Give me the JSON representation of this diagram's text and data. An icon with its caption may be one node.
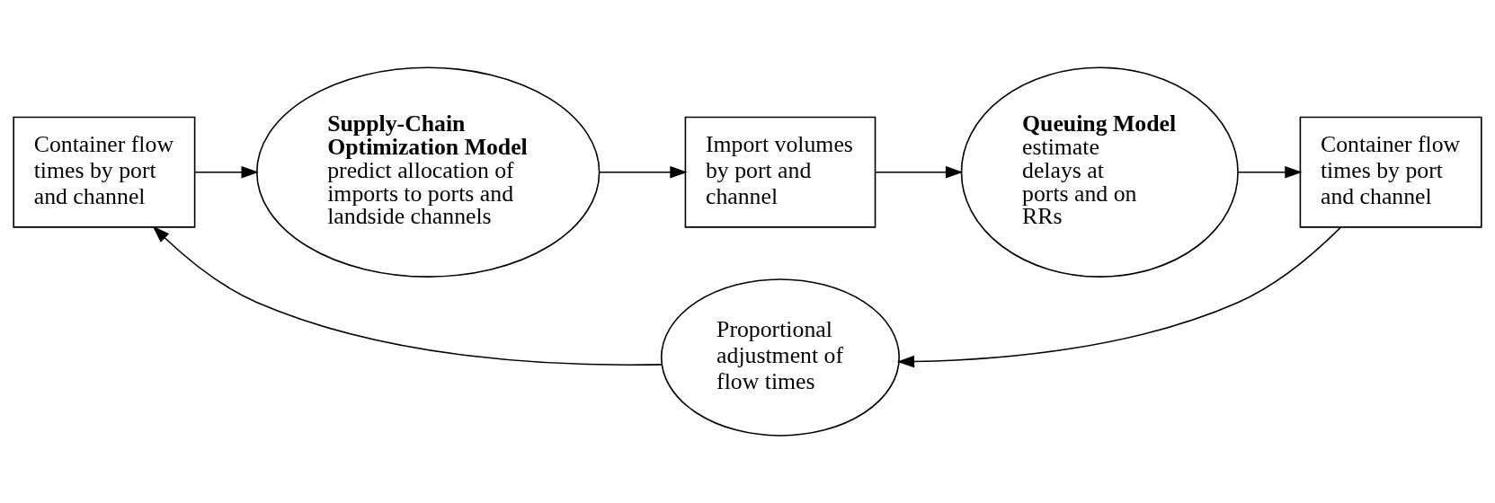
{
  "diagram": {
    "nodes": [
      {
        "text": [
          "Container flow times by port and channel"
        ]
      },
      {
        "text": [
          "Supply-Chain Optimization Model",
          "predict allocation of imports to ports and landside channels"
        ]
      },
      {
        "text": [
          "Import volumes by port and channel"
        ]
      },
      {
        "text": [
          "Queuing Model",
          "estimate delays at ports and on RRs"
        ]
      },
      {
        "text": [
          "Container flow times by port and channel"
        ]
      },
      {
        "text": [
          "Proportional adjustment of flow times"
        ]
      }
    ],
    "edges": [
      {
        "from": 0,
        "to": 1,
        "arrow": "to"
      },
      {
        "from": 1,
        "to": 2,
        "arrow": "to"
      },
      {
        "from": 2,
        "to": 3,
        "arrow": "to"
      },
      {
        "from": 3,
        "to": 4,
        "arrow": "to"
      },
      {
        "from": 4,
        "to": 5,
        "arrow": "to"
      },
      {
        "from": 5,
        "to": 0,
        "arrow": "to"
      }
    ]
  }
}
